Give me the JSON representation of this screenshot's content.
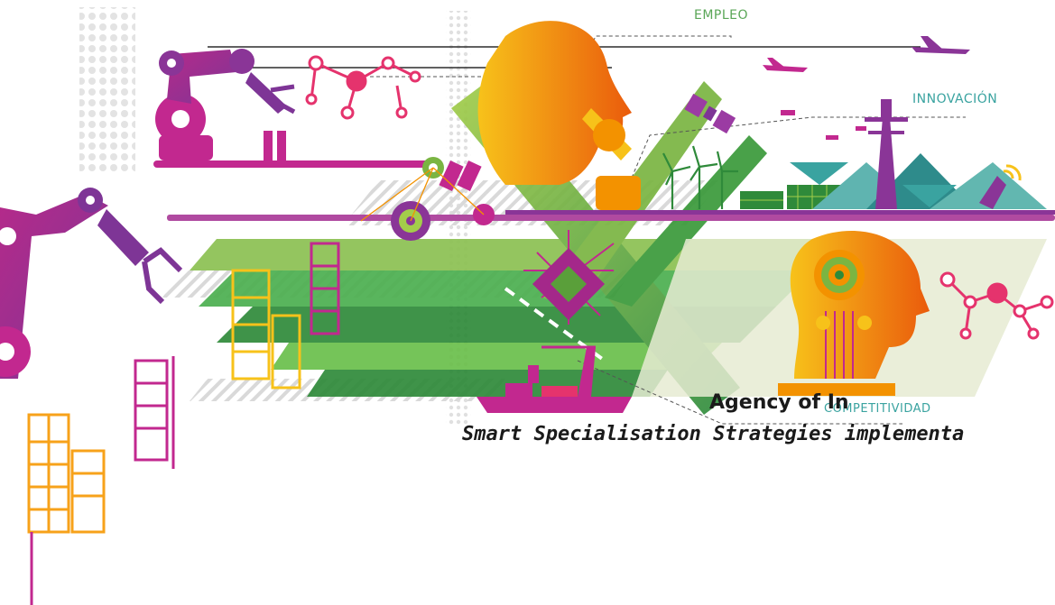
{
  "slide": {
    "title": "Agency of In",
    "subtitle": "Smart Specialisation Strategies implementa",
    "labels": {
      "empleo": "EMPLEO",
      "innovacion": "INNOVACIÓN",
      "competitividad": "COMPETITIVIDAD"
    },
    "colors": {
      "green": "#7ab542",
      "dark_green": "#2f8a3a",
      "magenta": "#c2288f",
      "purple": "#8a3597",
      "orange": "#f39200",
      "yellow": "#f7c21a",
      "teal": "#3a9a9a",
      "gray": "#c8c8c8",
      "label_green": "#5aa657",
      "label_teal": "#3aa3a0"
    },
    "icons": [
      "robot-arm-icon",
      "molecule-icon",
      "human-head-icon",
      "ai-head-icon",
      "microscope-icon",
      "wind-turbine-icon",
      "solar-panel-icon",
      "satellite-icon",
      "airplane-icon",
      "drone-icon",
      "transmission-tower-icon",
      "satellite-dish-icon",
      "microchip-icon",
      "gear-icon",
      "ship-icon",
      "building-icon"
    ]
  }
}
